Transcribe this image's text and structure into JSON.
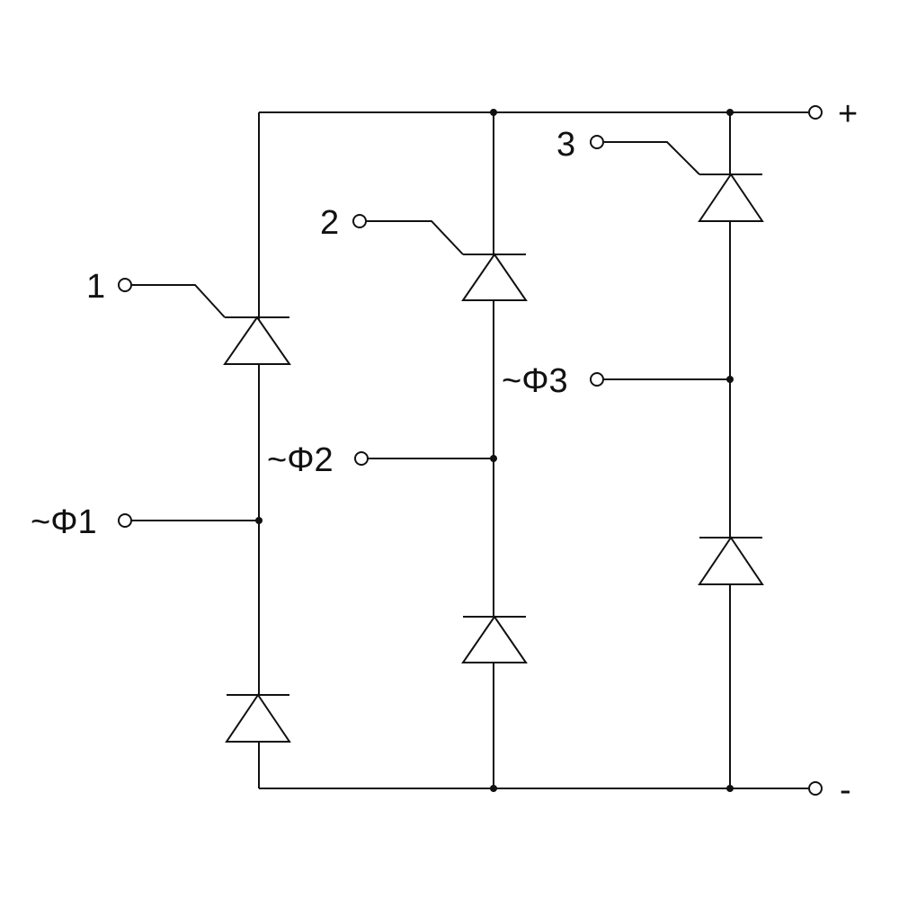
{
  "colors": {
    "line": "#111111",
    "background": "#ffffff"
  },
  "labels": {
    "gate1": "1",
    "gate2": "2",
    "gate3": "3",
    "phase1": "~Φ1",
    "phase2": "~Φ2",
    "phase3": "~Φ3",
    "dc_plus": "+",
    "dc_minus": "-"
  }
}
